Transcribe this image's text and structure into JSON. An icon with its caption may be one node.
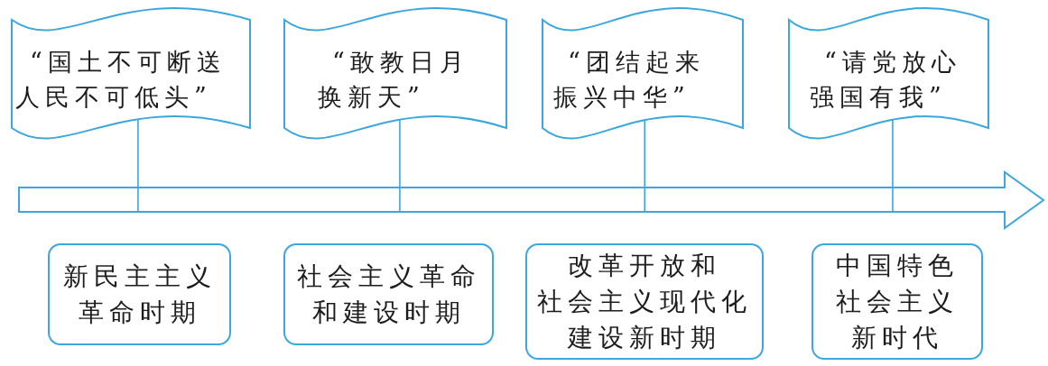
{
  "diagram": {
    "nodes": [
      {
        "text": [
          "“国土不可断送人民不可低头”"
        ]
      },
      {
        "text": [
          "“敢教日月换新天”"
        ]
      },
      {
        "text": [
          "“团结起来振兴中华”"
        ]
      },
      {
        "text": [
          "“请党放心强国有我”"
        ]
      },
      {
        "text": [],
        "shape": "arrow"
      },
      {
        "text": [
          "新民主主义革命时期"
        ]
      },
      {
        "text": [
          "社会主义革命和建设时期"
        ]
      },
      {
        "text": [
          "改革开放和社会主义现代化建设新时期"
        ]
      },
      {
        "text": [
          "中国特色社会主义新时代"
        ]
      }
    ],
    "edges": [
      {
        "from": 0,
        "to": 4,
        "arrow": "none"
      },
      {
        "from": 1,
        "to": 4,
        "arrow": "none"
      },
      {
        "from": 2,
        "to": 4,
        "arrow": "none"
      },
      {
        "from": 3,
        "to": 4,
        "arrow": "none"
      }
    ]
  }
}
